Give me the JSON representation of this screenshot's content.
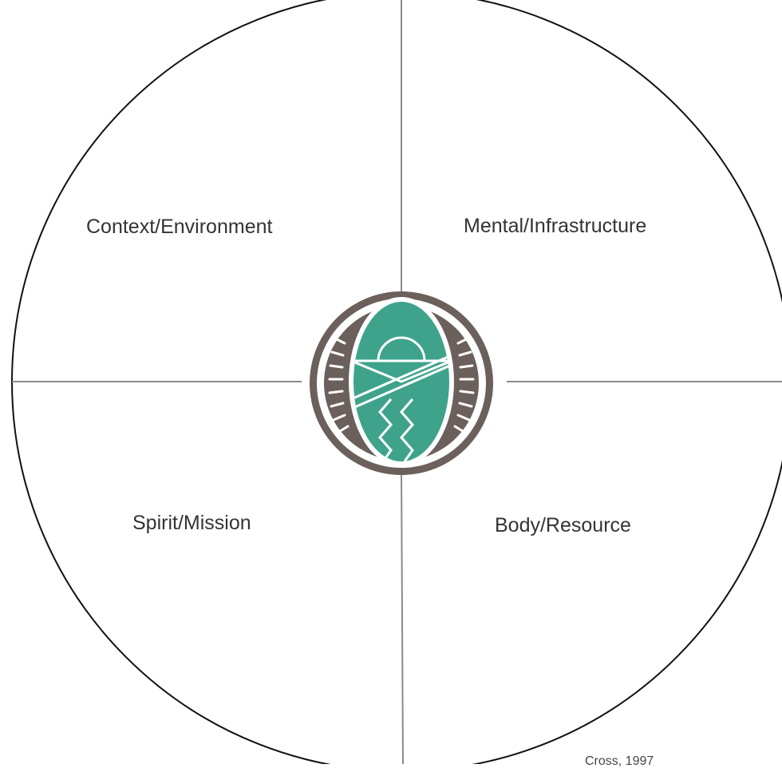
{
  "quadrants": {
    "top_left": "Context/Environment",
    "top_right": "Mental/Infrastructure",
    "bottom_left": "Spirit/Mission",
    "bottom_right": "Body/Resource"
  },
  "credit": "Cross, 1997",
  "center_emblem": {
    "icon": "cradleboard-emblem-icon",
    "colors": {
      "teal": "#3fa38c",
      "brown": "#6b605b",
      "white": "#ffffff"
    }
  },
  "colors": {
    "circle_stroke": "#111111",
    "divider": "#8a8a8a",
    "text": "#333333"
  }
}
